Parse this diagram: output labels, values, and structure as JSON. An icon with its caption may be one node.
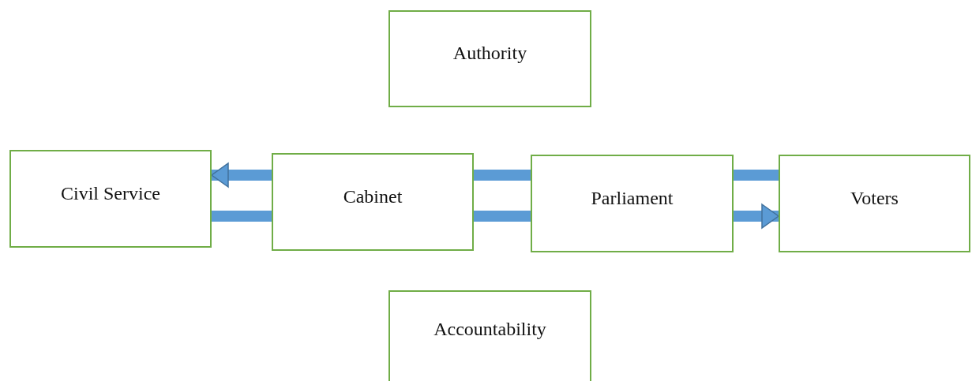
{
  "diagram": {
    "nodes": [
      {
        "text": [
          "Authority"
        ]
      },
      {
        "text": [
          "Civil Service"
        ]
      },
      {
        "text": [
          "Cabinet"
        ]
      },
      {
        "text": [
          "Parliament"
        ]
      },
      {
        "text": [
          "Voters"
        ]
      },
      {
        "text": [
          "Accountability"
        ]
      }
    ],
    "edges": [
      {
        "from": 2,
        "to": 1,
        "arrow": "to"
      },
      {
        "from": 1,
        "to": 2,
        "arrow": "none"
      },
      {
        "from": 2,
        "to": 3,
        "arrow": "none"
      },
      {
        "from": 2,
        "to": 3,
        "arrow": "none"
      },
      {
        "from": 3,
        "to": 4,
        "arrow": "none"
      },
      {
        "from": 3,
        "to": 4,
        "arrow": "to"
      }
    ]
  }
}
